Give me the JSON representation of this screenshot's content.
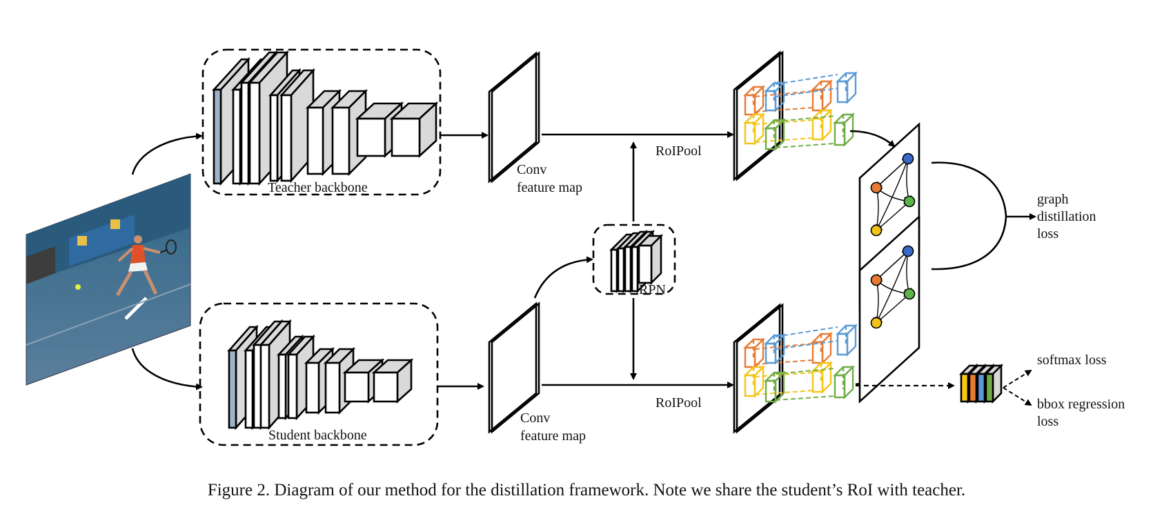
{
  "labels": {
    "teacher_backbone": "Teacher backbone",
    "student_backbone": "Student backbone",
    "conv_line1": "Conv",
    "conv_line2": "feature map",
    "roipool": "RoIPool",
    "rpn": "RPN",
    "graph_loss": [
      "graph",
      "distillation",
      "loss"
    ],
    "softmax_loss": "softmax loss",
    "bbox_loss": [
      "bbox regression",
      "loss"
    ]
  },
  "caption": "Figure 2. Diagram of our method for the distillation framework. Note we share the student’s RoI with teacher.",
  "colors": {
    "layer_blue": "#9fb3c8",
    "layer_gray": "#d9d9d9",
    "roi_orange": "#e87b33",
    "roi_blue": "#5b9bd5",
    "roi_yellow": "#f5c518",
    "roi_green": "#70ad47",
    "node_blue": "#3a68c8",
    "node_orange": "#e87b33",
    "node_green": "#5bb54a",
    "node_yellow": "#f2c218"
  }
}
